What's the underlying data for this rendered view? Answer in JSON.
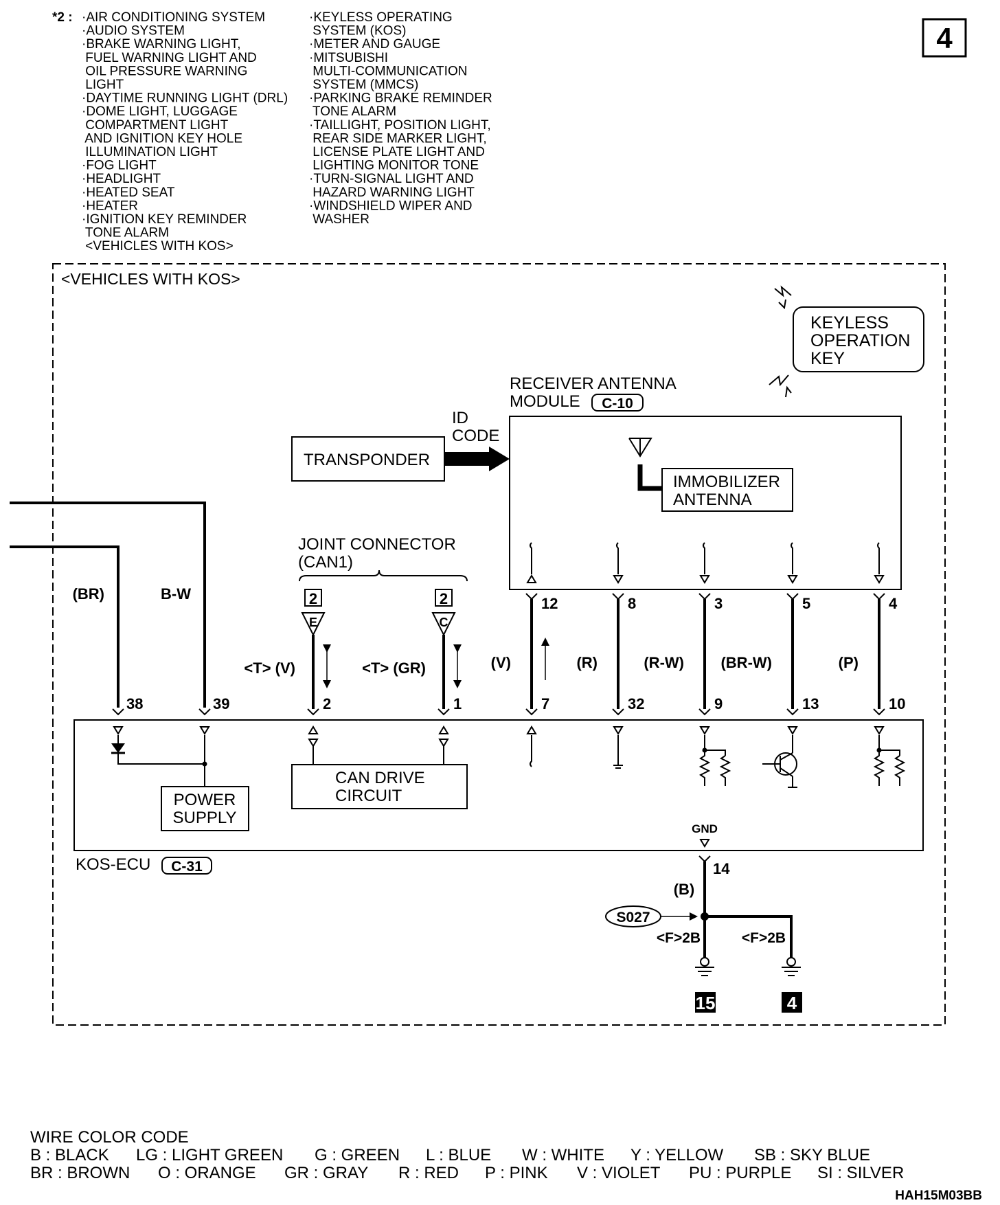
{
  "page_number": "4",
  "note": {
    "marker": "*2 :",
    "col1": [
      "·AIR CONDITIONING SYSTEM",
      "·AUDIO SYSTEM",
      "·BRAKE WARNING LIGHT,",
      " FUEL WARNING LIGHT AND",
      " OIL PRESSURE WARNING",
      " LIGHT",
      "·DAYTIME RUNNING LIGHT (DRL)",
      "·DOME LIGHT, LUGGAGE",
      " COMPARTMENT LIGHT",
      " AND IGNITION KEY HOLE",
      " ILLUMINATION LIGHT",
      "·FOG LIGHT",
      "·HEADLIGHT",
      "·HEATED SEAT",
      "·HEATER",
      "·IGNITION KEY REMINDER",
      " TONE ALARM",
      " <VEHICLES WITH KOS>"
    ],
    "col2": [
      "·KEYLESS OPERATING",
      " SYSTEM (KOS)",
      "·METER AND GAUGE",
      "·MITSUBISHI",
      " MULTI-COMMUNICATION",
      " SYSTEM (MMCS)",
      "·PARKING BRAKE REMINDER",
      " TONE ALARM",
      "·TAILLIGHT, POSITION LIGHT,",
      " REAR SIDE MARKER LIGHT,",
      " LICENSE PLATE LIGHT AND",
      " LIGHTING MONITOR TONE",
      "·TURN-SIGNAL LIGHT AND",
      " HAZARD WARNING LIGHT",
      "·WINDSHIELD WIPER AND",
      " WASHER"
    ]
  },
  "diagram": {
    "section_label": "<VEHICLES WITH KOS>",
    "keyless_key": [
      "KEYLESS",
      "OPERATION",
      "KEY"
    ],
    "receiver_module": {
      "title1": "RECEIVER ANTENNA",
      "title2": "MODULE",
      "connector": "C-10"
    },
    "immobilizer": [
      "IMMOBILIZER",
      "ANTENNA"
    ],
    "transponder": "TRANSPONDER",
    "id_code": [
      "ID",
      "CODE"
    ],
    "joint_connector": [
      "JOINT CONNECTOR",
      "(CAN1)"
    ],
    "joint_pins": [
      {
        "num": "2",
        "letter": "E",
        "color": "<T> (V)",
        "ecu_pin": "2"
      },
      {
        "num": "2",
        "letter": "C",
        "color": "<T> (GR)",
        "ecu_pin": "1"
      }
    ],
    "module_wires": [
      {
        "module_pin": "12",
        "color": "(V)",
        "ecu_pin": "7"
      },
      {
        "module_pin": "8",
        "color": "(R)",
        "ecu_pin": "32"
      },
      {
        "module_pin": "3",
        "color": "(R-W)",
        "ecu_pin": "9"
      },
      {
        "module_pin": "5",
        "color": "(BR-W)",
        "ecu_pin": "13"
      },
      {
        "module_pin": "4",
        "color": "(P)",
        "ecu_pin": "10"
      }
    ],
    "left_wires": [
      {
        "color": "(BR)",
        "ecu_pin": "38"
      },
      {
        "color": "B-W",
        "ecu_pin": "39"
      }
    ],
    "power_supply": [
      "POWER",
      "SUPPLY"
    ],
    "can_drive": [
      "CAN DRIVE",
      "CIRCUIT"
    ],
    "ecu_name": "KOS-ECU",
    "ecu_connector": "C-31",
    "gnd": {
      "label": "GND",
      "pin": "14",
      "color": "(B)",
      "splice": "S027",
      "ground1_label": "<F>2B",
      "ground2_label": "<F>2B",
      "ground1_ref": "15",
      "ground2_ref": "4"
    }
  },
  "wire_color_code": {
    "title": "WIRE COLOR CODE",
    "row1": [
      "B : BLACK",
      "LG : LIGHT GREEN",
      "G : GREEN",
      "L : BLUE",
      "W : WHITE",
      "Y : YELLOW",
      "SB : SKY BLUE"
    ],
    "row2": [
      "BR : BROWN",
      "O : ORANGE",
      "GR : GRAY",
      "R : RED",
      "P : PINK",
      "V : VIOLET",
      "PU : PURPLE",
      "SI : SILVER"
    ]
  },
  "figure_code": "HAH15M03BB"
}
